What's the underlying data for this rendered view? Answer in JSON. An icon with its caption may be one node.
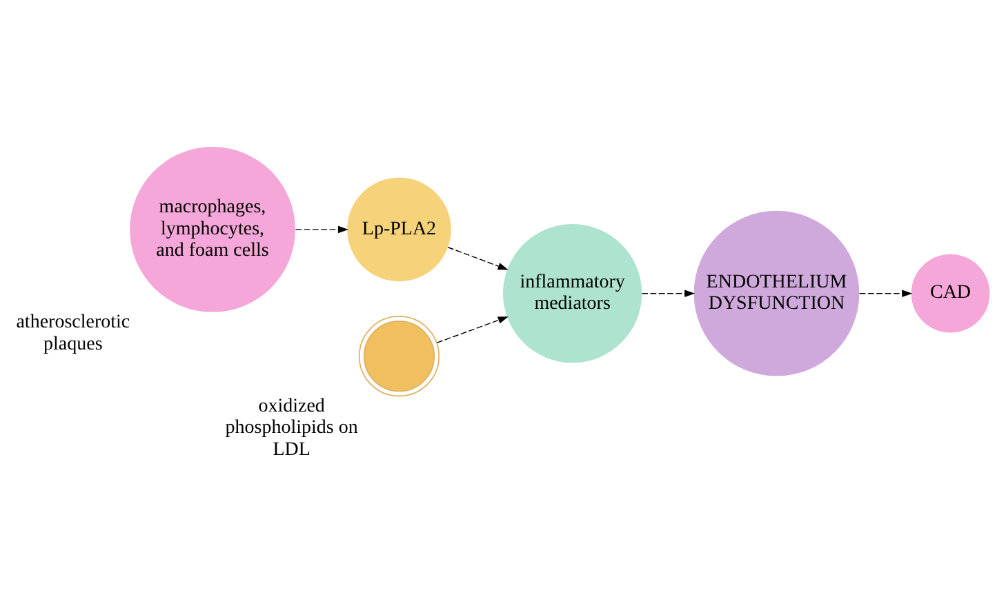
{
  "diagram": {
    "nodes": [
      {
        "text": [
          "macrophages, lymphocytes, and foam cells"
        ],
        "beside": [
          "atherosclerotic plaques"
        ]
      },
      {
        "text": [
          "Lp-PLA2"
        ]
      },
      {
        "text": [
          "inflammatory mediators"
        ]
      },
      {
        "text": [],
        "shape": "picture",
        "beside": [
          "oxidized phospholipids on LDL"
        ]
      },
      {
        "text": [
          "ENDOTHELIUM DYSFUNCTION"
        ]
      },
      {
        "text": [
          "CAD"
        ]
      }
    ],
    "edges": [
      {
        "from": 0,
        "to": 1,
        "arrow": "to",
        "style": "dashed"
      },
      {
        "from": 1,
        "to": 2,
        "arrow": "to",
        "style": "dashed"
      },
      {
        "from": 3,
        "to": 2,
        "arrow": "to",
        "style": "dashed"
      },
      {
        "from": 2,
        "to": 4,
        "arrow": "to",
        "style": "dashed"
      },
      {
        "from": 4,
        "to": 5,
        "arrow": "to",
        "style": "dashed"
      }
    ]
  }
}
